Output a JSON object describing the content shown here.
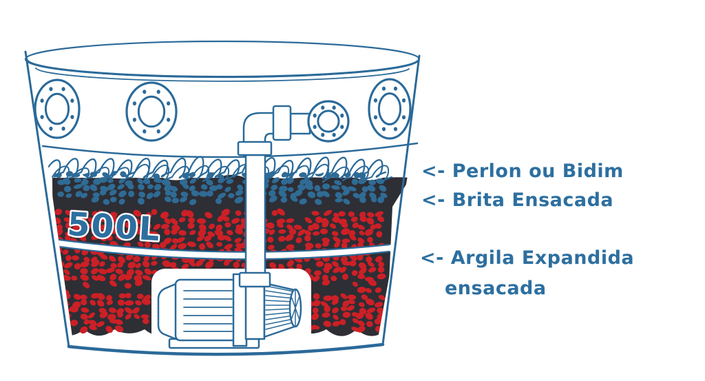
{
  "diagram": {
    "tank_capacity_label": "500L",
    "annotations": [
      {
        "id": "perlon",
        "text": "<- Perlon ou Bidim"
      },
      {
        "id": "brita",
        "text": "<- Brita Ensacada"
      },
      {
        "id": "argila_line1",
        "text": "<- Argila Expandida"
      },
      {
        "id": "argila_line2",
        "text": "ensacada"
      }
    ],
    "colors": {
      "outline": "#2b6a99",
      "label_text": "#2d6f9f",
      "bag_dark": "#2e2e35",
      "brita_pebble": "#2f6b94",
      "argila_pebble": "#cc2026",
      "background": "#ffffff"
    }
  }
}
